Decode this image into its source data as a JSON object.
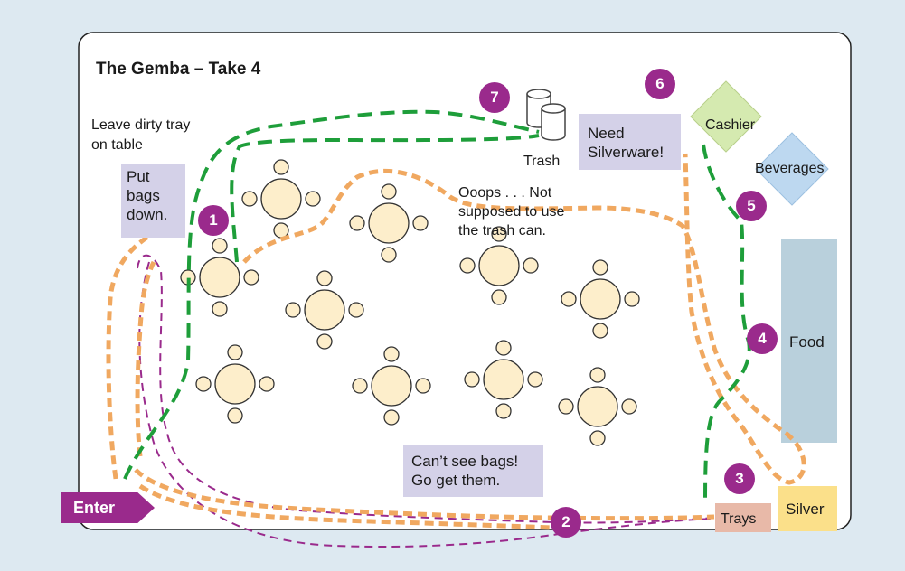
{
  "title": "The Gemba – Take 4",
  "notes": {
    "leave_tray": "Leave dirty tray\non table",
    "put_bags": "Put\nbags\ndown.",
    "ooops": "Ooops . . . Not\nsupposed to use\nthe trash can.",
    "need_silverware": "Need\nSilverware!",
    "cant_see_bags": "Can’t see bags!\nGo get them."
  },
  "stations": {
    "trash": "Trash",
    "cashier": "Cashier",
    "beverages": "Beverages",
    "food": "Food",
    "trays": "Trays",
    "silver": "Silver",
    "enter": "Enter"
  },
  "steps": [
    "1",
    "2",
    "3",
    "4",
    "5",
    "6",
    "7"
  ],
  "colors": {
    "background": "#dde9f1",
    "table": "#fdeecb",
    "step_badge": "#9a2a8c",
    "path_green": "#1e9e3a",
    "path_orange": "#f0a860",
    "path_purple": "#9a2a8c",
    "cashier": "#d5eab0",
    "beverages": "#bdd8f0",
    "food": "#b9d0dc",
    "trays": "#e8b9a8",
    "silver": "#fbe08a",
    "note": "#d4d1e8"
  }
}
